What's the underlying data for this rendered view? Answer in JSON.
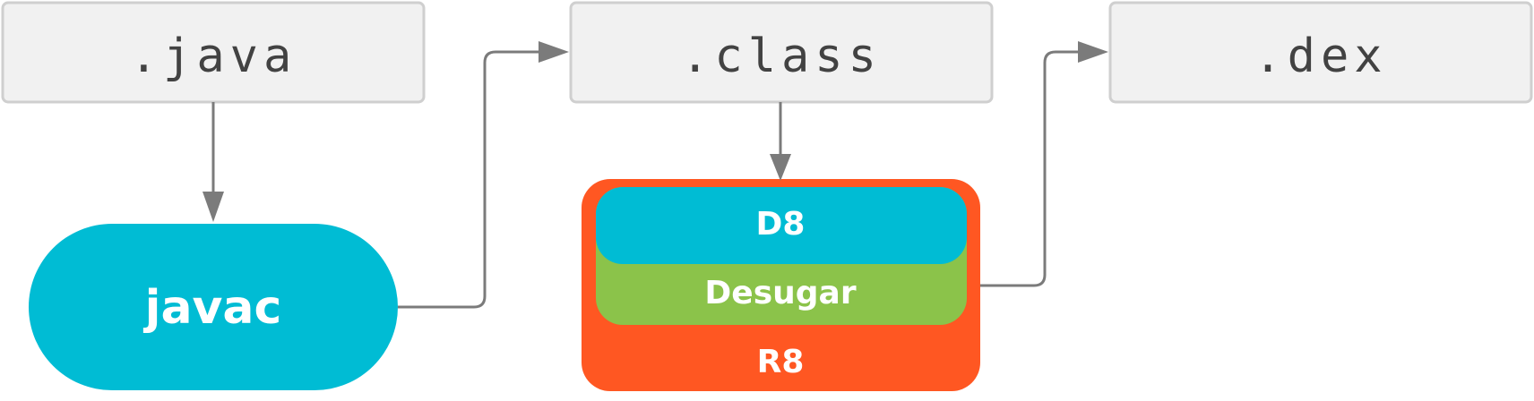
{
  "nodes": {
    "java": ".java",
    "class": ".class",
    "dex": ".dex",
    "javac": "javac",
    "d8": "D8",
    "desugar": "Desugar",
    "r8": "R8"
  },
  "colors": {
    "file_fill": "#f1f1f1",
    "file_stroke": "#cfcfcf",
    "file_text": "#424242",
    "javac": "#00bcd4",
    "d8": "#00bcd4",
    "desugar": "#8bc34a",
    "r8": "#ff5722",
    "connector": "#7b7b7b"
  }
}
